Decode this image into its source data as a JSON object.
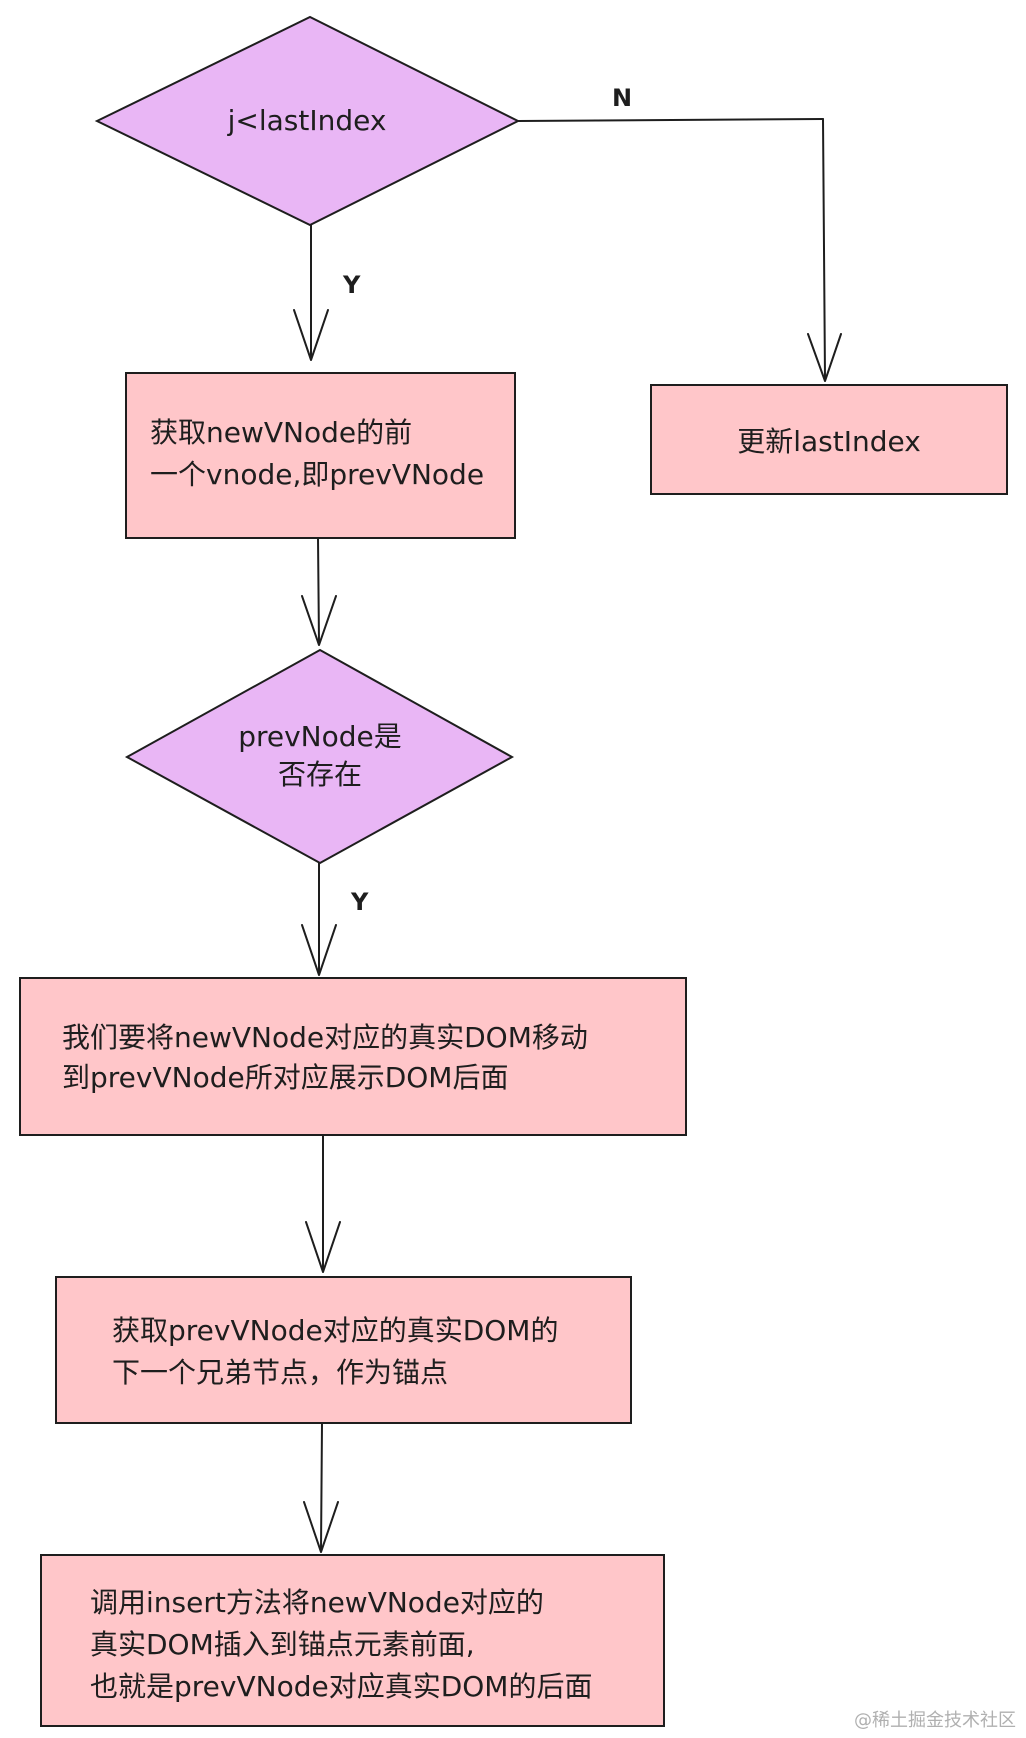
{
  "decision_lastindex": "j<lastIndex",
  "label_no": "N",
  "label_yes_1": "Y",
  "label_yes_2": "Y",
  "box_get_prev": [
    "获取newVNode的前",
    "一个vnode,即prevVNode"
  ],
  "box_update_lastindex": "更新lastIndex",
  "decision_prev_exists": [
    "prevNode是",
    "否存在"
  ],
  "box_move_dom": [
    "我们要将newVNode对应的真实DOM移动",
    "到prevVNode所对应展示DOM后面"
  ],
  "box_anchor": [
    "获取prevVNode对应的真实DOM的",
    "下一个兄弟节点，作为锚点"
  ],
  "box_insert": [
    "调用insert方法将newVNode对应的",
    "真实DOM插入到锚点元素前面,",
    "也就是prevVNode对应真实DOM的后面"
  ],
  "watermark": "@稀土掘金技术社区",
  "colors": {
    "decision_fill": "#e9b6f5",
    "process_fill": "#ffc6c9",
    "stroke": "#1e1e1e"
  }
}
